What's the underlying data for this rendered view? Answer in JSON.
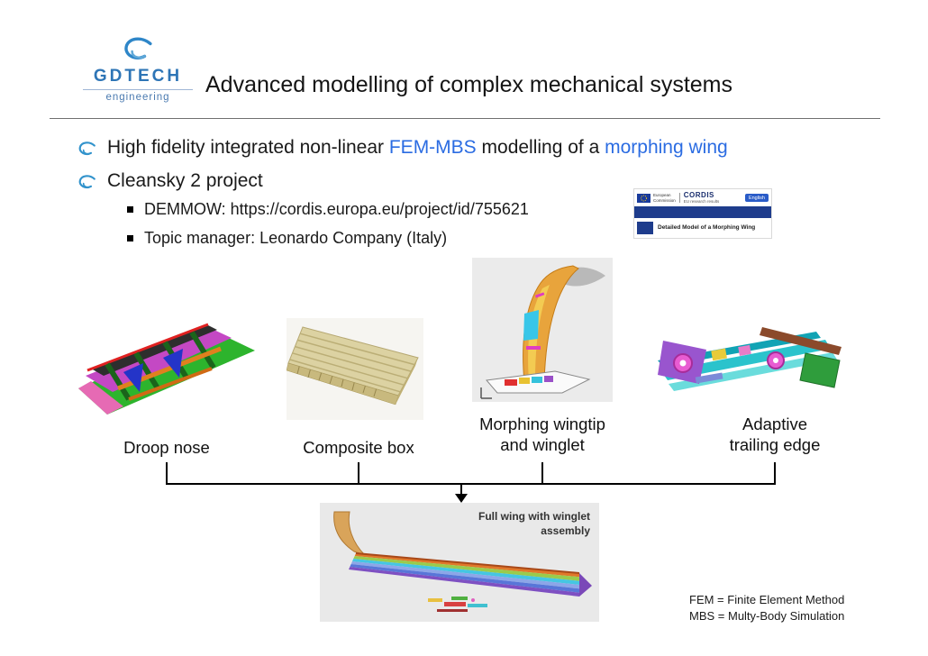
{
  "logo": {
    "name": "GDTECH",
    "subtitle": "engineering"
  },
  "title": "Advanced modelling of complex mechanical systems",
  "bullets": {
    "bullet1": {
      "pre": "High fidelity integrated non-linear ",
      "highlight1": "FEM-MBS",
      "mid": " modelling of a ",
      "highlight2": "morphing wing"
    },
    "bullet2": "Cleansky 2 project",
    "sub1_label": "DEMMOW: ",
    "sub1_url": "https://cordis.europa.eu/project/id/755621",
    "sub2": "Topic manager: Leonardo Company (Italy)"
  },
  "cordis": {
    "commission_line1": "European",
    "commission_line2": "Commission",
    "brand": "CORDIS",
    "tagline": "EU research results",
    "language": "English",
    "doc_title": "Detailed Model of a Morphing Wing"
  },
  "figures": [
    {
      "caption_line1": "Droop nose",
      "caption_line2": ""
    },
    {
      "caption_line1": "Composite box",
      "caption_line2": ""
    },
    {
      "caption_line1": "Morphing wingtip",
      "caption_line2": "and winglet"
    },
    {
      "caption_line1": "Adaptive",
      "caption_line2": "trailing edge"
    }
  ],
  "assembly_label": {
    "line1": "Full wing with winglet",
    "line2": "assembly"
  },
  "footnotes": {
    "line1": "FEM = Finite Element Method",
    "line2": "MBS = Multy-Body Simulation"
  },
  "colors": {
    "highlight_blue": "#2B6CE2",
    "logo_blue": "#2E75B6"
  }
}
